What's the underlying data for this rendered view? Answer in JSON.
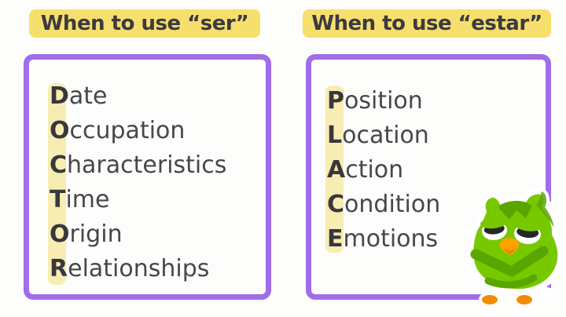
{
  "colors": {
    "background": "#fdfdfb",
    "header_highlight": "#f7df6e",
    "acronym_highlight": "#f7edb2",
    "box_border_purple": "#a06ee8",
    "heading_text": "#3b3b3f",
    "list_text": "#47474b",
    "lead_letter_text": "#38383c",
    "owl_green": "#78c800",
    "owl_dark_green": "#58a700",
    "owl_beak_orange": "#ffa200",
    "owl_feet_orange": "#f28b00"
  },
  "panels": [
    {
      "title": "When to use “ser”",
      "acronym": "DOCTOR",
      "items": [
        {
          "lead": "D",
          "rest": "ate"
        },
        {
          "lead": "O",
          "rest": "ccupation"
        },
        {
          "lead": "C",
          "rest": "haracteristics"
        },
        {
          "lead": "T",
          "rest": "ime"
        },
        {
          "lead": "O",
          "rest": "rigin"
        },
        {
          "lead": "R",
          "rest": "elationships"
        }
      ]
    },
    {
      "title": "When to use “estar”",
      "acronym": "PLACE",
      "items": [
        {
          "lead": "P",
          "rest": "osition"
        },
        {
          "lead": "L",
          "rest": "ocation"
        },
        {
          "lead": "A",
          "rest": "ction"
        },
        {
          "lead": "C",
          "rest": "ondition"
        },
        {
          "lead": "E",
          "rest": "motions"
        }
      ]
    }
  ],
  "mascot": {
    "icon": "duo-owl-mascot"
  }
}
